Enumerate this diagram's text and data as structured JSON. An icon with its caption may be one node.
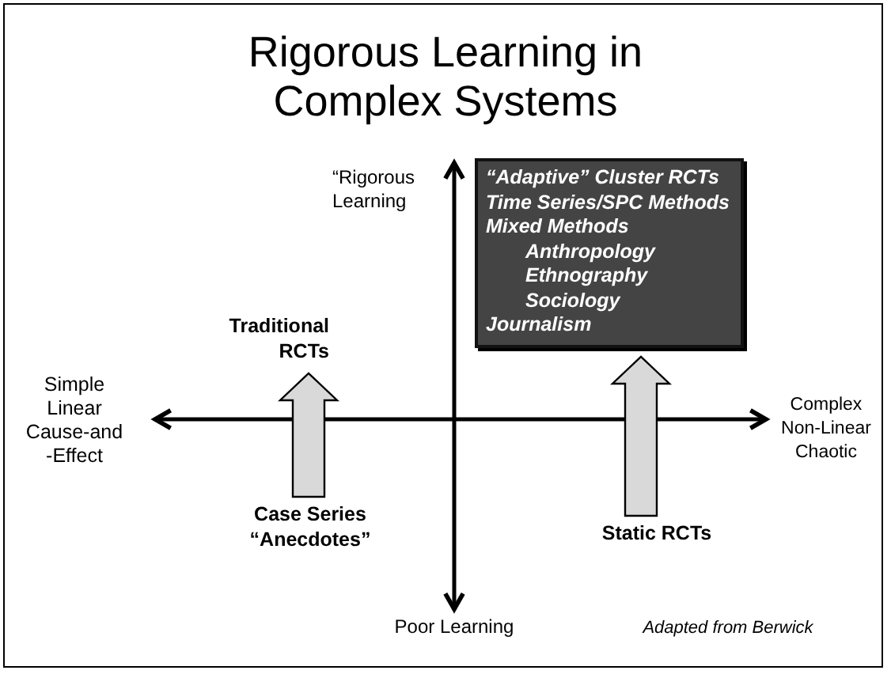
{
  "diagram": {
    "title": "Rigorous Learning in Complex Systems",
    "nodes": [
      {
        "text": [
          "“Adaptive” Cluster RCTs",
          "Time Series/SPC Methods",
          "Mixed Methods",
          "Anthropology",
          "Ethnography",
          "Sociology",
          "Journalism"
        ]
      },
      {
        "text": [
          "Traditional RCTs"
        ]
      },
      {
        "text": [
          "Case Series “Anecdotes”"
        ]
      },
      {
        "text": [
          "Static RCTs"
        ]
      }
    ],
    "edges": [
      {
        "from": 2,
        "to": 1,
        "arrow": "to"
      },
      {
        "from": 3,
        "to": 0,
        "arrow": "to"
      }
    ],
    "labels": [
      "“Rigorous Learning",
      "Simple Linear Cause-and -Effect",
      "Complex Non-Linear Chaotic",
      "Poor Learning",
      "Adapted from Berwick"
    ]
  }
}
